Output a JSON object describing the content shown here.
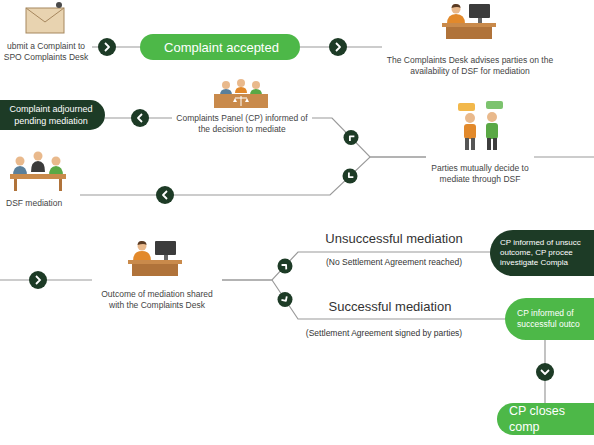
{
  "diagram": {
    "nodes": [
      {
        "text": [
          "ubmit a Complaint to SPO Complaints Desk"
        ]
      },
      {
        "text": [
          "Complaint accepted"
        ]
      },
      {
        "text": [
          "The Complaints Desk advises parties on the availability of DSF for mediation"
        ]
      },
      {
        "text": [
          "Complaint adjourned pending mediation"
        ]
      },
      {
        "text": [
          "Complaints Panel (CP) informed of the decision to mediate"
        ]
      },
      {
        "text": [
          "Parties mutually decide to mediate through DSF"
        ]
      },
      {
        "text": [
          "DSF mediation"
        ]
      },
      {
        "text": [
          "Outcome of mediation shared with the Complaints Desk"
        ]
      },
      {
        "text": [
          "CP informed of unsucc outcome, CP procee investigate Compla"
        ]
      },
      {
        "text": [
          "CP informed of successful outco"
        ]
      },
      {
        "text": [
          "CP closes comp"
        ]
      }
    ],
    "edges": [
      {
        "from": 0,
        "to": 1,
        "arrow": "to"
      },
      {
        "from": 1,
        "to": 2,
        "arrow": "to"
      },
      {
        "from": 5,
        "to": 4,
        "arrow": "to"
      },
      {
        "from": 4,
        "to": 3,
        "arrow": "to"
      },
      {
        "from": 5,
        "to": 6,
        "arrow": "to"
      },
      {
        "from": 7,
        "to": 8,
        "label": "Unsuccessful mediation",
        "arrow": "to"
      },
      {
        "from": 7,
        "to": 9,
        "label": "Successful mediation",
        "arrow": "to"
      },
      {
        "from": 9,
        "to": 10,
        "arrow": "to"
      }
    ],
    "labels": [
      "(No Settlement Agreement reached)",
      "(Settlement Agreement signed by parties)"
    ]
  }
}
